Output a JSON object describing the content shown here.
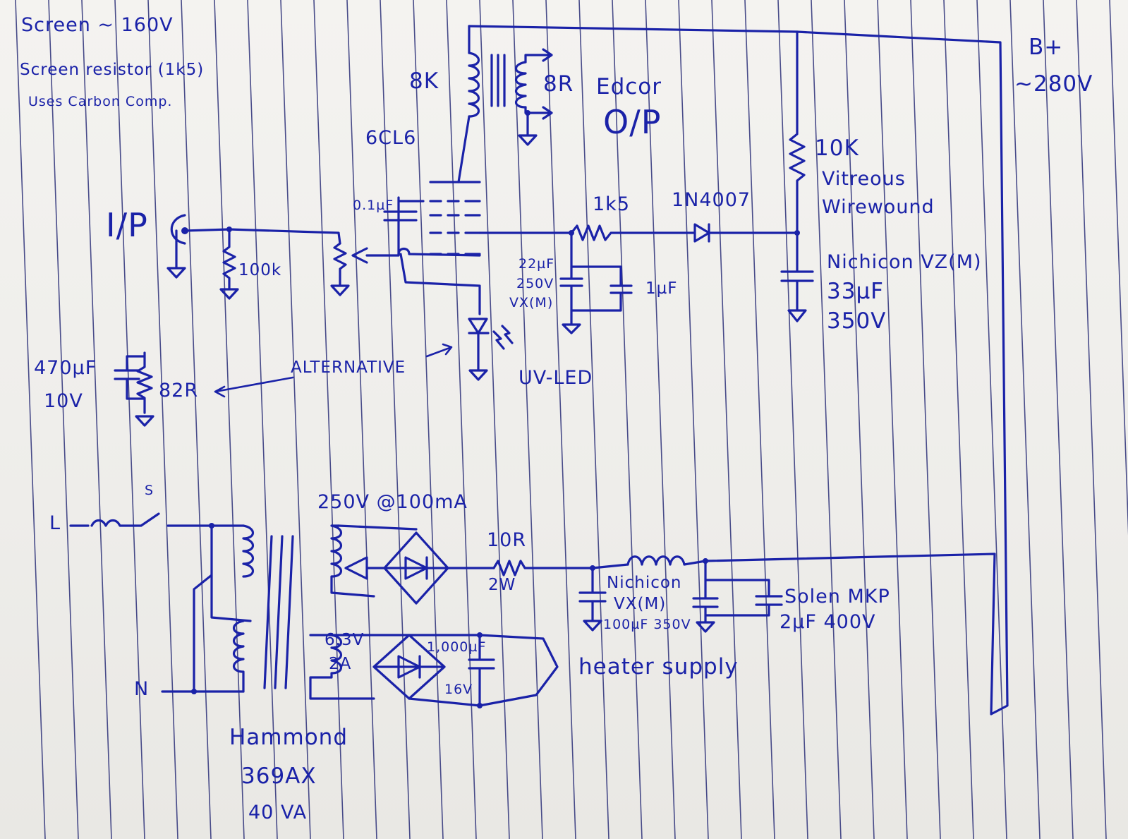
{
  "notes": {
    "line1": "Screen ~ 160V",
    "line2": "Screen resistor (1k5)",
    "line3": "Uses Carbon Comp."
  },
  "labels": {
    "bplus": "B+",
    "bplus_voltage": "~280V",
    "primary_impedance": "8K",
    "secondary_impedance": "8R",
    "transformer_brand": "Edcor",
    "transformer_type": "O/P",
    "tube": "6CL6",
    "coupling_cap": "0.1µF",
    "input": "I/P",
    "grid_resistor": "100k",
    "screen_resistor": "1k5",
    "diode": "1N4007",
    "screen_cap_value": "22µF",
    "screen_cap_voltage": "250V",
    "screen_cap_type": "VX(M)",
    "bypass_cap": "1µF",
    "dropper_value": "10K",
    "dropper_type_1": "Vitreous",
    "dropper_type_2": "Wirewound",
    "reservoir_type": "Nichicon VZ(M)",
    "reservoir_value": "33µF",
    "reservoir_voltage": "350V",
    "cathode_cap_value": "470µF",
    "cathode_cap_voltage": "10V",
    "cathode_resistor": "82R",
    "alternative": "ALTERNATIVE",
    "uv_led": "UV-LED",
    "switch": "S",
    "live": "L",
    "neutral": "N",
    "ht_winding": "250V @100mA",
    "heater_winding_v": "6.3V",
    "heater_winding_a": "2A",
    "series_resistor": "10R",
    "series_resistor_power": "2W",
    "filter_cap_brand": "Nichicon",
    "filter_cap_type": "VX(M)",
    "filter_cap_value": "100µF 350V",
    "film_cap_brand": "Solen MKP",
    "film_cap_value": "2µF 400V",
    "heater_cap_value": "1,000µF",
    "heater_cap_voltage": "16V",
    "heater_supply": "heater supply",
    "mains_brand": "Hammond",
    "mains_model": "369AX",
    "mains_rating": "40 VA"
  },
  "colors": {
    "ink": "#1a22a8",
    "paper": "#f2f1ee",
    "rule": "#2b2f78"
  }
}
